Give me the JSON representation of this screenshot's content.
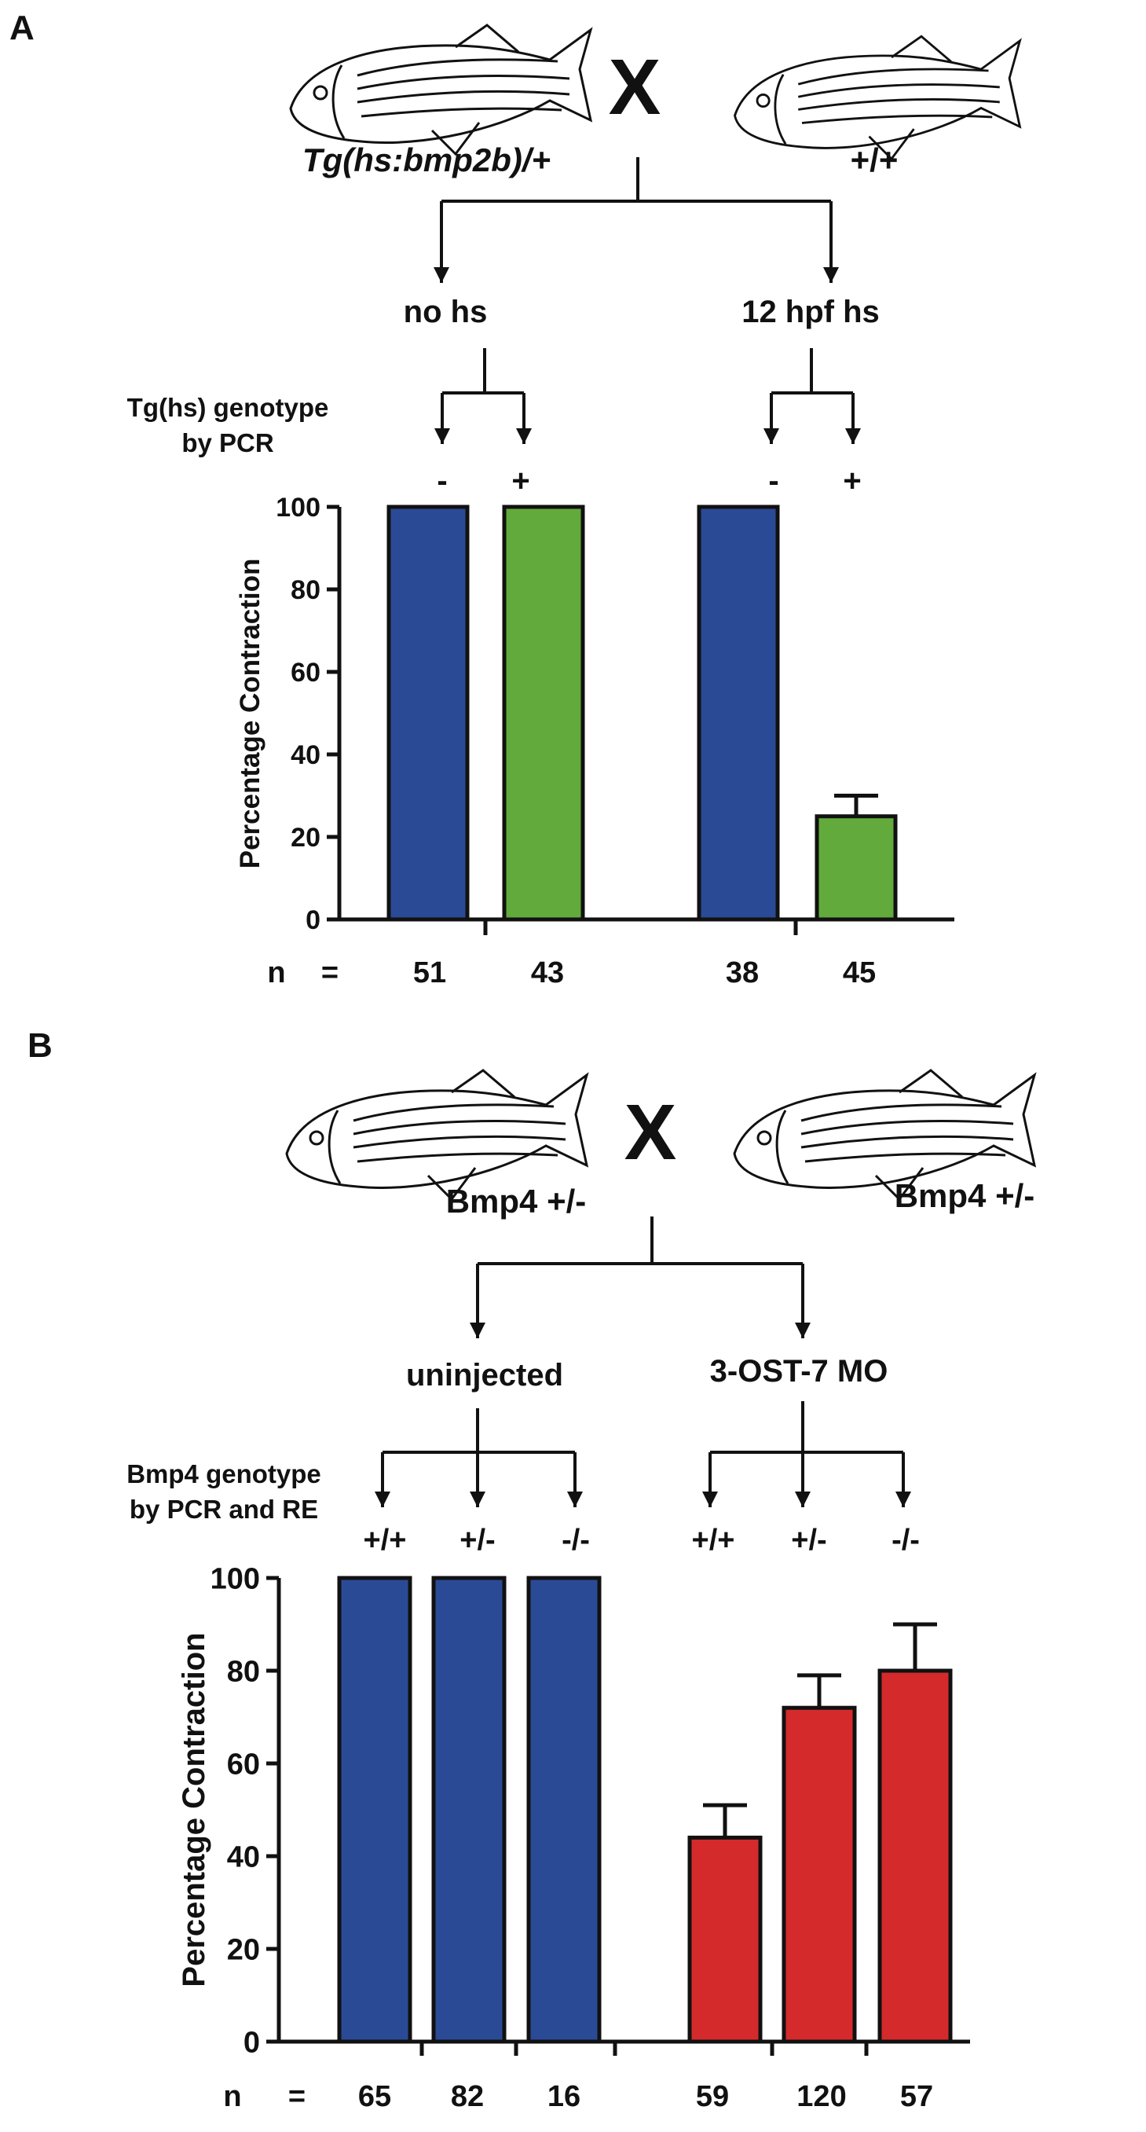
{
  "colors": {
    "blue": "#2b4a96",
    "green": "#62aa3c",
    "red": "#d42a2c",
    "ink": "#111111"
  },
  "panel_a": {
    "label": "A",
    "cross_symbol": "X",
    "parent_left": "Tg(hs:bmp2b)/+",
    "parent_right": "+/+",
    "branch_left": "no hs",
    "branch_right": "12 hpf hs",
    "genotype_label_1": "Tg(hs) genotype",
    "genotype_label_2": "by PCR",
    "genotypes": [
      "-",
      "+",
      "-",
      "+"
    ],
    "n_label": "n",
    "n_equals": "=",
    "n_values": [
      "51",
      "43",
      "38",
      "45"
    ]
  },
  "panel_b": {
    "label": "B",
    "cross_symbol": "X",
    "parent_left": "Bmp4 +/-",
    "parent_right": "Bmp4 +/-",
    "branch_left": "uninjected",
    "branch_right": "3-OST-7 MO",
    "genotype_label_1": "Bmp4 genotype",
    "genotype_label_2": "by PCR and RE",
    "genotypes": [
      "+/+",
      "+/-",
      "-/-",
      "+/+",
      "+/-",
      "-/-"
    ],
    "n_label": "n",
    "n_equals": "=",
    "n_values": [
      "65",
      "82",
      "16",
      "59",
      "120",
      "57"
    ]
  },
  "chart_data": [
    {
      "type": "bar",
      "ylabel": "Percentage Contraction",
      "ylim": [
        0,
        100
      ],
      "yticks": [
        "0",
        "20",
        "40",
        "60",
        "80",
        "100"
      ],
      "values": [
        100,
        100,
        100,
        25
      ],
      "errors": [
        0,
        0,
        0,
        5
      ],
      "bar_colors": [
        "blue",
        "green",
        "blue",
        "green"
      ]
    },
    {
      "type": "bar",
      "ylabel": "Percentage Contraction",
      "ylim": [
        0,
        100
      ],
      "yticks": [
        "0",
        "20",
        "40",
        "60",
        "80",
        "100"
      ],
      "values": [
        100,
        100,
        100,
        44,
        72,
        80
      ],
      "errors": [
        0,
        0,
        0,
        7,
        7,
        10
      ],
      "bar_colors": [
        "blue",
        "blue",
        "blue",
        "red",
        "red",
        "red"
      ]
    }
  ]
}
